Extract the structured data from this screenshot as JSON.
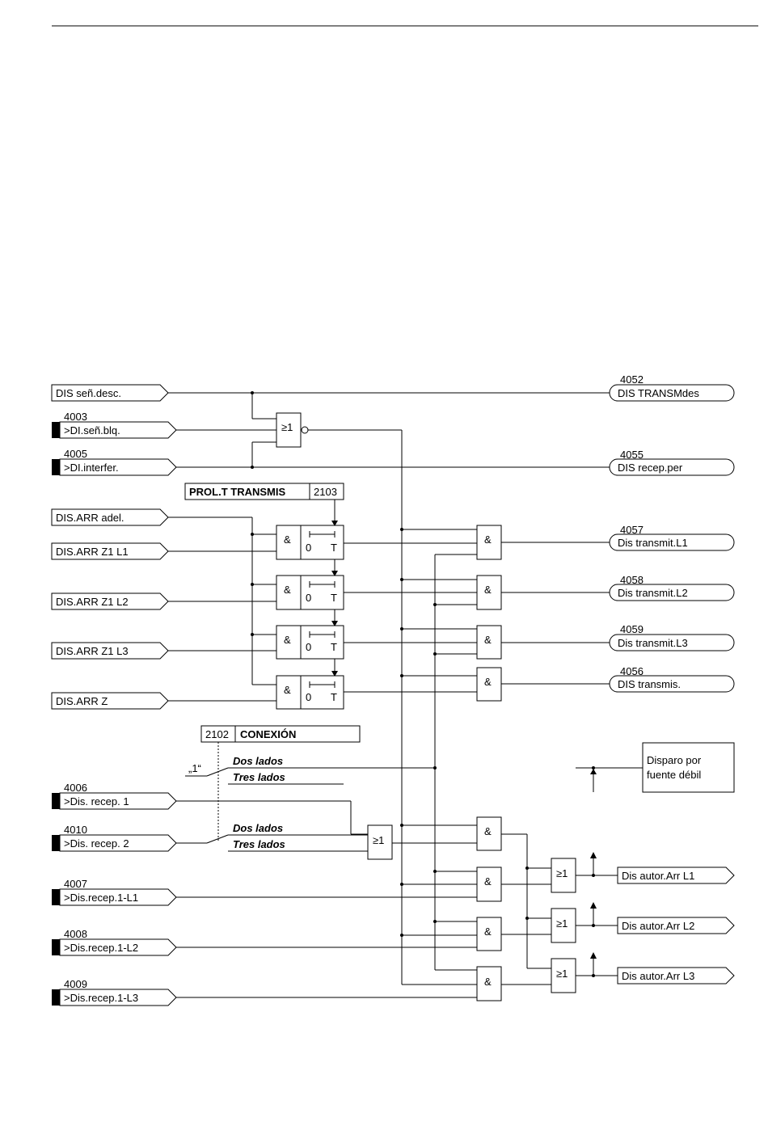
{
  "signals": {
    "dis_sen_desc": "DIS señ.desc.",
    "di_sen_blq": ">DI.señ.blq.",
    "di_sen_blq_no": "4003",
    "di_interfer": ">DI.interfer.",
    "di_interfer_no": "4005",
    "dis_arr_adel": "DIS.ARR adel.",
    "dis_arr_z1_l1": "DIS.ARR Z1 L1",
    "dis_arr_z1_l2": "DIS.ARR Z1 L2",
    "dis_arr_z1_l3": "DIS.ARR Z1 L3",
    "dis_arr_z": "DIS.ARR Z",
    "dis_recep_1": ">Dis. recep. 1",
    "dis_recep_1_no": "4006",
    "dis_recep_2": ">Dis. recep. 2",
    "dis_recep_2_no": "4010",
    "dis_recep_1_l1": ">Dis.recep.1-L1",
    "dis_recep_1_l1_no": "4007",
    "dis_recep_1_l2": ">Dis.recep.1-L2",
    "dis_recep_1_l2_no": "4008",
    "dis_recep_1_l3": ">Dis.recep.1-L3",
    "dis_recep_1_l3_no": "4009"
  },
  "outputs": {
    "transm_des": "DIS TRANSMdes",
    "transm_des_no": "4052",
    "recep_per": "DIS recep.per",
    "recep_per_no": "4055",
    "transmit_l1": "Dis transmit.L1",
    "transmit_l1_no": "4057",
    "transmit_l2": "Dis transmit.L2",
    "transmit_l2_no": "4058",
    "transmit_l3": "Dis transmit.L3",
    "transmit_l3_no": "4059",
    "transmis": "DIS transmis.",
    "transmis_no": "4056",
    "autor_l1": "Dis autor.Arr L1",
    "autor_l2": "Dis autor.Arr L2",
    "autor_l3": "Dis autor.Arr L3"
  },
  "params": {
    "prol_label": "PROL.T TRANSMIS",
    "prol_no": "2103",
    "conexion_no": "2102",
    "conexion_label": "CONEXIÓN",
    "dos_lados": "Dos lados",
    "tres_lados": "Tres lados",
    "one_marker": "„1“"
  },
  "gates": {
    "or": "≥1",
    "and": "&",
    "timer_zero": "0",
    "timer_t": "T"
  },
  "note": {
    "line1": "Disparo por",
    "line2": "fuente débil"
  }
}
